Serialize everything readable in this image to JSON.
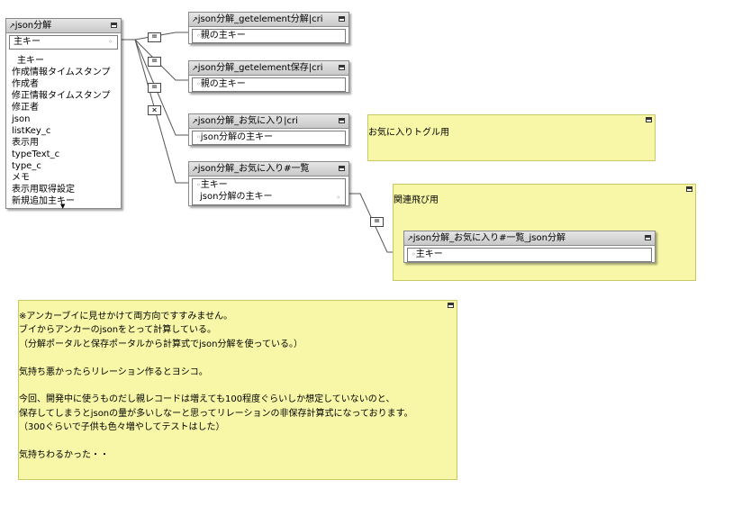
{
  "tables": {
    "json": {
      "title": "json分解",
      "key_field": "主キー",
      "fields": [
        "主キー",
        "作成情報タイムスタンプ",
        "作成者",
        "修正情報タイムスタンプ",
        "修正者",
        "json",
        "listKey_c",
        "表示用",
        "typeText_c",
        "type_c",
        "メモ",
        "表示用取得設定",
        "新規追加主キー"
      ]
    },
    "getelement_cri": {
      "title": "json分解_getelement分解|cri",
      "field": "親の主キー"
    },
    "getelement_hozon": {
      "title": "json分解_getelement保存|cri",
      "field": "親の主キー"
    },
    "okiniiri_cri": {
      "title": "json分解_お気に入り|cri",
      "field": "json分解の主キー"
    },
    "okiniiri_list": {
      "title": "json分解_お気に入り#一覧",
      "field1": "主キー",
      "field2": "json分解の主キー"
    },
    "okiniiri_list_json": {
      "title": "json分解_お気に入り#一覧_json分解",
      "field": "主キー"
    }
  },
  "operators": {
    "op1": "=",
    "op2": "=",
    "op3": "=",
    "op4": "×",
    "op5": "="
  },
  "notes": {
    "toggle": "お気に入りトグル用",
    "jump": "関連飛び用",
    "main": "※アンカーブイに見せかけて両方向ですすみません。\nブイからアンカーのjsonをとって計算している。\n（分解ポータルと保存ポータルから計算式でjson分解を使っている。）\n\n気持ち悪かったらリレーション作るとヨシコ。\n\n今回、開発中に使うものだし親レコードは増えても100程度ぐらいしか想定していないのと、\n保存してしまうとjsonの量が多いしなーと思ってリレーションの非保存計算式になっております。\n（300ぐらいで子供も色々増やしてテストはした）\n\n気持ちわるかった・・"
  },
  "colors": {
    "note_bg": "#f7f7a7",
    "header_bg": "#d2d2d2",
    "line": "#555555"
  }
}
